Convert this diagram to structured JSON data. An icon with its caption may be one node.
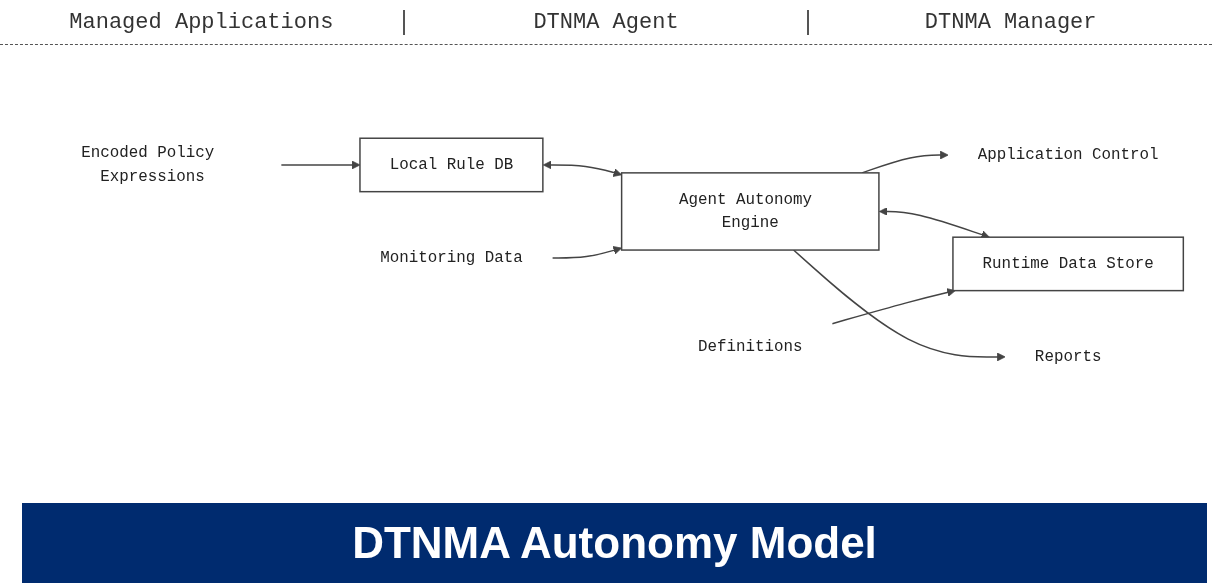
{
  "diagram": {
    "title": "DTNMA Autonomy Model",
    "nodes": [
      {
        "text": [
          "Local Rule DB"
        ]
      },
      {
        "text": [
          "Agent Autonomy Engine"
        ]
      },
      {
        "text": [
          "Runtime Data Store"
        ]
      },
      {
        "text": [
          "Encoded Policy Expressions"
        ]
      },
      {
        "text": [
          "Monitoring Data"
        ]
      },
      {
        "text": [
          "Application Control"
        ]
      },
      {
        "text": [
          "Definitions"
        ]
      },
      {
        "text": [
          "Reports"
        ]
      }
    ],
    "edges": [
      {
        "from": 3,
        "to": 0,
        "arrow": "to"
      },
      {
        "from": 0,
        "to": 1,
        "arrow": "both"
      },
      {
        "from": 4,
        "to": 1,
        "arrow": "to"
      },
      {
        "from": 1,
        "to": 5,
        "arrow": "to"
      },
      {
        "from": 1,
        "to": 2,
        "arrow": "both"
      },
      {
        "from": 6,
        "to": 2,
        "arrow": "to"
      },
      {
        "from": 1,
        "to": 7,
        "arrow": "to"
      }
    ],
    "labels": [
      "Managed Applications",
      "DTNMA Agent",
      "DTNMA Manager"
    ]
  }
}
